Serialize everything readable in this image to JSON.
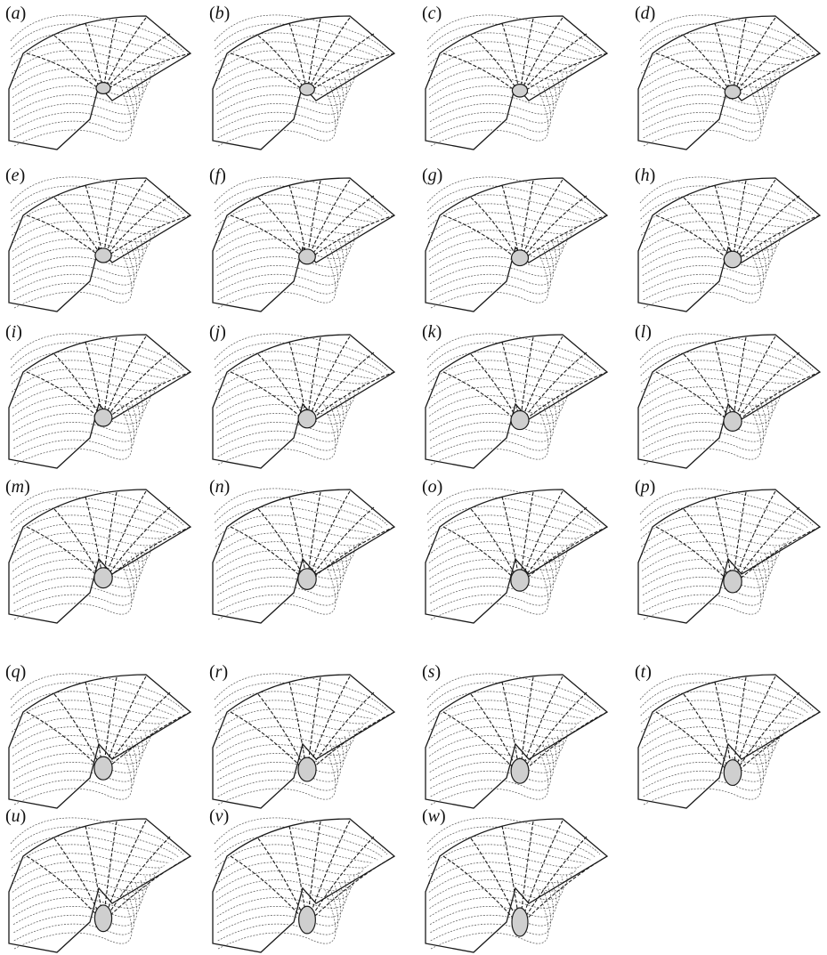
{
  "figure": {
    "panels": [
      {
        "label": "a",
        "stage": 0.0
      },
      {
        "label": "b",
        "stage": 0.04
      },
      {
        "label": "c",
        "stage": 0.08
      },
      {
        "label": "d",
        "stage": 0.12
      },
      {
        "label": "e",
        "stage": 0.17
      },
      {
        "label": "f",
        "stage": 0.21
      },
      {
        "label": "g",
        "stage": 0.25
      },
      {
        "label": "h",
        "stage": 0.3
      },
      {
        "label": "i",
        "stage": 0.35
      },
      {
        "label": "j",
        "stage": 0.39
      },
      {
        "label": "k",
        "stage": 0.43
      },
      {
        "label": "l",
        "stage": 0.47
      },
      {
        "label": "m",
        "stage": 0.52
      },
      {
        "label": "n",
        "stage": 0.56
      },
      {
        "label": "o",
        "stage": 0.6
      },
      {
        "label": "p",
        "stage": 0.64
      },
      {
        "label": "q",
        "stage": 0.69
      },
      {
        "label": "r",
        "stage": 0.73
      },
      {
        "label": "s",
        "stage": 0.78
      },
      {
        "label": "t",
        "stage": 0.83
      },
      {
        "label": "u",
        "stage": 0.88
      },
      {
        "label": "v",
        "stage": 0.93
      },
      {
        "label": "w",
        "stage": 1.0
      }
    ],
    "colors": {
      "ink": "#1a1a1a",
      "background": "#ffffff"
    }
  }
}
